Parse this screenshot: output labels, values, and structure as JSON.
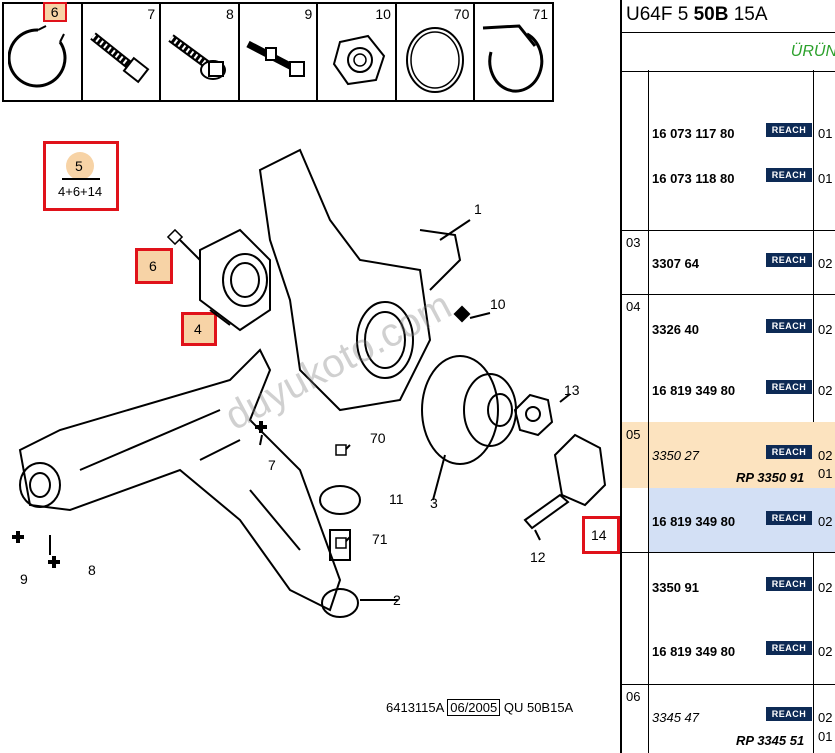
{
  "thumbs": [
    {
      "num": "6",
      "icon": "circlip-icon",
      "highlight": true
    },
    {
      "num": "7",
      "icon": "bolt-icon",
      "highlight": false
    },
    {
      "num": "8",
      "icon": "bolt-washer-icon",
      "highlight": false
    },
    {
      "num": "9",
      "icon": "stud-bolt-icon",
      "highlight": false
    },
    {
      "num": "10",
      "icon": "nut-icon",
      "highlight": false
    },
    {
      "num": "70",
      "icon": "o-ring-icon",
      "highlight": false
    },
    {
      "num": "71",
      "icon": "seal-ring-icon",
      "highlight": false
    }
  ],
  "kit": {
    "num": "5",
    "formula": "4+6+14"
  },
  "callouts": {
    "c1": "1",
    "c2": "2",
    "c3": "3",
    "c4": "4",
    "c6": "6",
    "c7": "7",
    "c8": "8",
    "c9": "9",
    "c10": "10",
    "c11": "11",
    "c12": "12",
    "c13": "13",
    "c14": "14",
    "c70": "70",
    "c71": "71"
  },
  "watermark": "duyukoto.com",
  "footer": {
    "code": "6413115A",
    "date": "06/2005",
    "ref": "QU 50B15A"
  },
  "header": {
    "pre": "U64F 5 ",
    "bold": "50B",
    "post": " 15A",
    "subtitle": "ÜRÜN"
  },
  "reach_label": "REACH",
  "colors": {
    "selected_row": "#fce3bf",
    "hover_row": "#d3e0f5",
    "reach_bg": "#0d2a55",
    "highlight": "#e0121a"
  },
  "rows": [
    {
      "idx": "",
      "parts": [
        {
          "pn": "16 073 117 80",
          "qty": "01"
        },
        {
          "pn": "16 073 118 80",
          "qty": "01"
        }
      ]
    },
    {
      "idx": "03",
      "parts": [
        {
          "pn": "3307 64",
          "qty": "02"
        }
      ]
    },
    {
      "idx": "04",
      "parts": [
        {
          "pn": "3326 40",
          "qty": "02"
        },
        {
          "pn": "16 819 349 80",
          "qty": "02"
        }
      ]
    },
    {
      "idx": "05",
      "italic": "3350 27",
      "qty": "02",
      "rp": "RP 3350 91",
      "rpqty": "01"
    },
    {
      "idx": "",
      "parts": [
        {
          "pn": "16 819 349 80",
          "qty": "02"
        }
      ]
    },
    {
      "idx": "",
      "parts": [
        {
          "pn": "3350 91",
          "qty": "02"
        },
        {
          "pn": "16 819 349 80",
          "qty": "02"
        }
      ]
    },
    {
      "idx": "06",
      "italic": "3345 47",
      "qty": "02",
      "rp": "RP 3345 51",
      "rpqty": "01"
    }
  ]
}
